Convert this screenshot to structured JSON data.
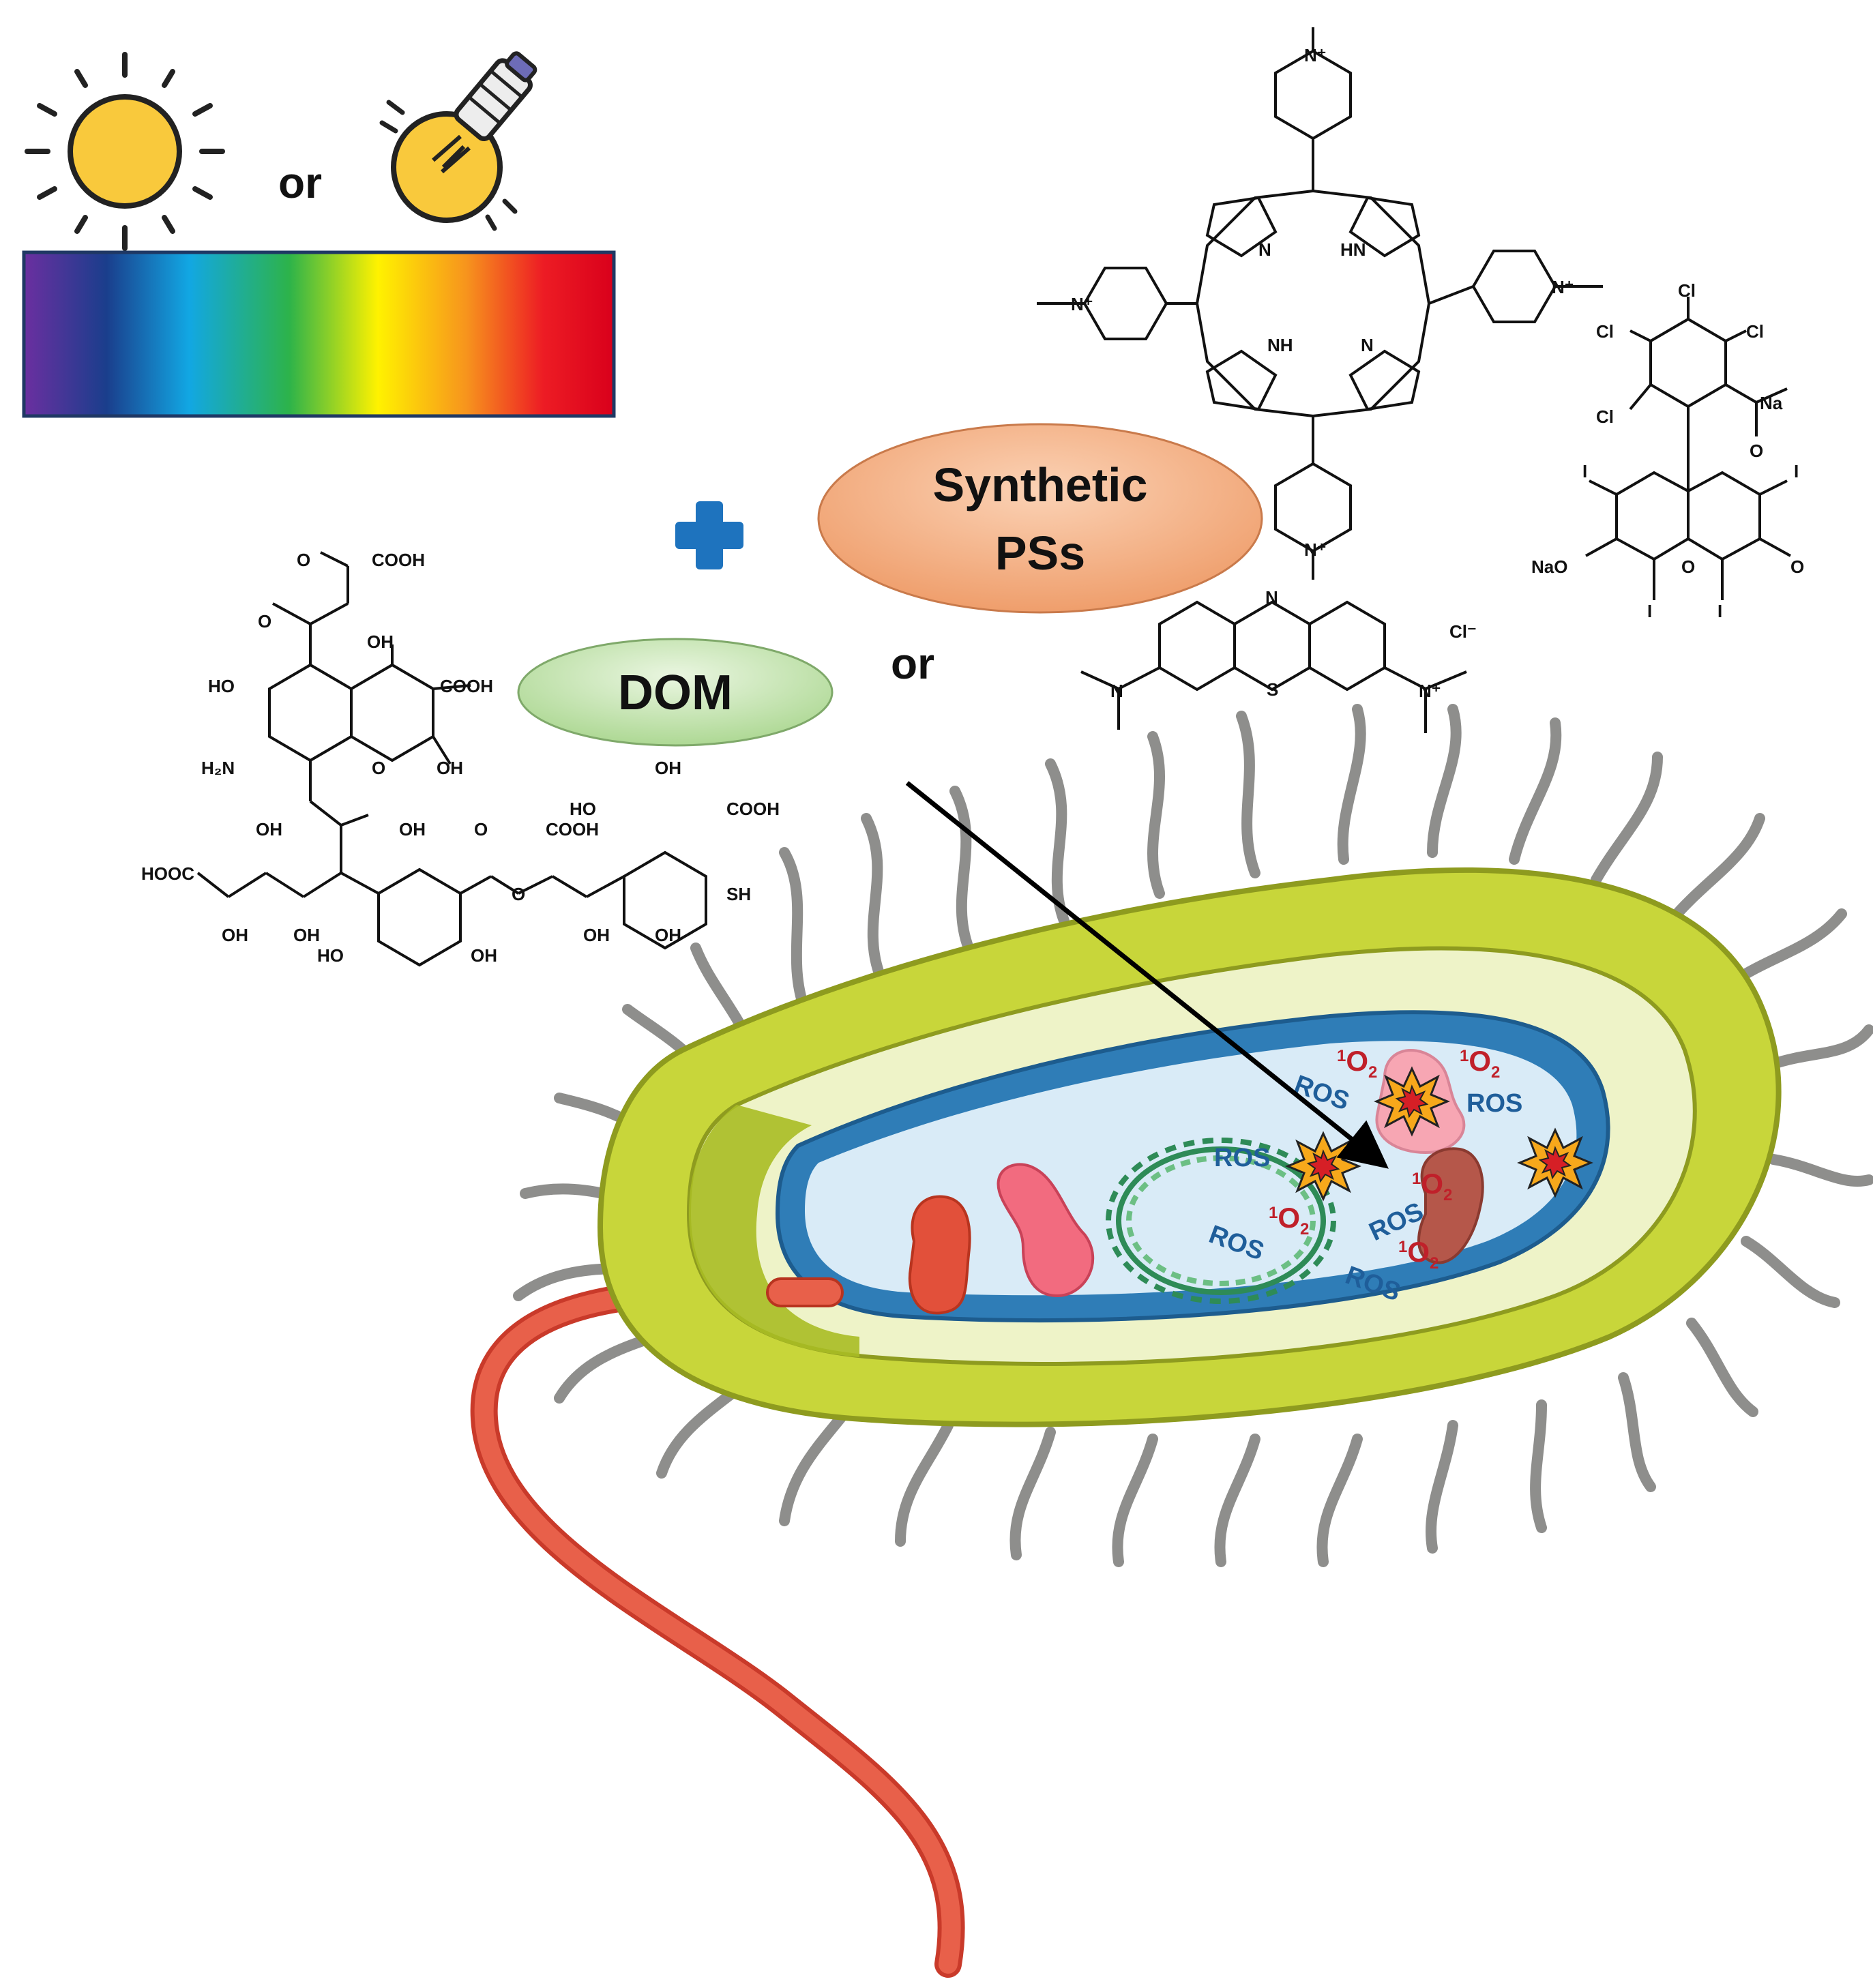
{
  "figure": {
    "or_light": "or",
    "or_ps": "or",
    "dom_label": "DOM",
    "synthetic_label_line1": "Synthetic",
    "synthetic_label_line2": "PSs",
    "ros": "ROS",
    "singlet_oxygen_sup": "1",
    "singlet_oxygen_o": "O",
    "singlet_oxygen_sub": "2"
  },
  "chem_labels": {
    "cooh": "COOH",
    "oh": "OH",
    "ho": "HO",
    "h2n": "H₂N",
    "hooc": "HOOC",
    "sh": "SH",
    "o": "O",
    "n": "N",
    "nh": "NH",
    "hn": "HN",
    "n_plus": "N⁺",
    "cl": "Cl",
    "cl_minus": "Cl⁻",
    "na": "Na",
    "nao": "NaO",
    "i": "I",
    "s": "S"
  },
  "colors": {
    "sun": "#F9C93C",
    "dom_fill": "#C9E6B8",
    "synthetic_fill": "#F4B48A",
    "plus": "#1E73BE",
    "cell_outer": "#C8D63A",
    "cell_mid": "#EEF3C8",
    "membrane": "#2F7DB7",
    "cytoplasm": "#D9EBF7",
    "flagellum": "#E8604A",
    "pili": "#9A9A98",
    "dna": "#2E8B57",
    "ros_text": "#1F5E9A",
    "o2_text": "#C0202A"
  }
}
